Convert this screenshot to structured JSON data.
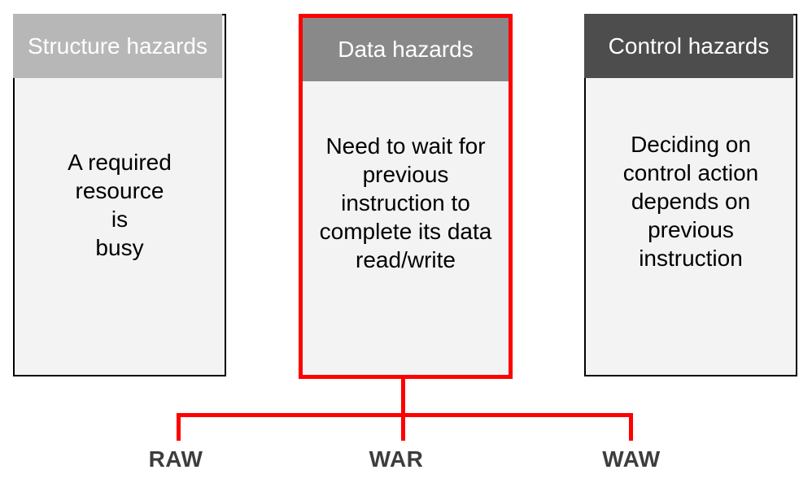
{
  "diagram": {
    "boxes": [
      {
        "id": "structure",
        "title": "Structure hazards",
        "body": "A required\nresource\nis\nbusy",
        "header_color": "#b7b7b7",
        "highlighted": false
      },
      {
        "id": "data",
        "title": "Data hazards",
        "body": "Need to wait for\nprevious\ninstruction to\ncomplete its data\nread/write",
        "header_color": "#898989",
        "highlighted": true
      },
      {
        "id": "control",
        "title": "Control hazards",
        "body": "Deciding on\ncontrol action\ndepends on\nprevious\ninstruction",
        "header_color": "#4d4d4d",
        "highlighted": false
      }
    ],
    "branches": {
      "labels": [
        "RAW",
        "WAR",
        "WAW"
      ]
    },
    "colors": {
      "highlight_border": "#ff0000",
      "connector_line": "#ff0000",
      "box_body_fill": "#f3f3f3",
      "box_border": "#000000",
      "header_text": "#ffffff",
      "body_text": "#000000",
      "branch_label_text": "#3d3d3d",
      "canvas_background": "#ffffff"
    }
  }
}
